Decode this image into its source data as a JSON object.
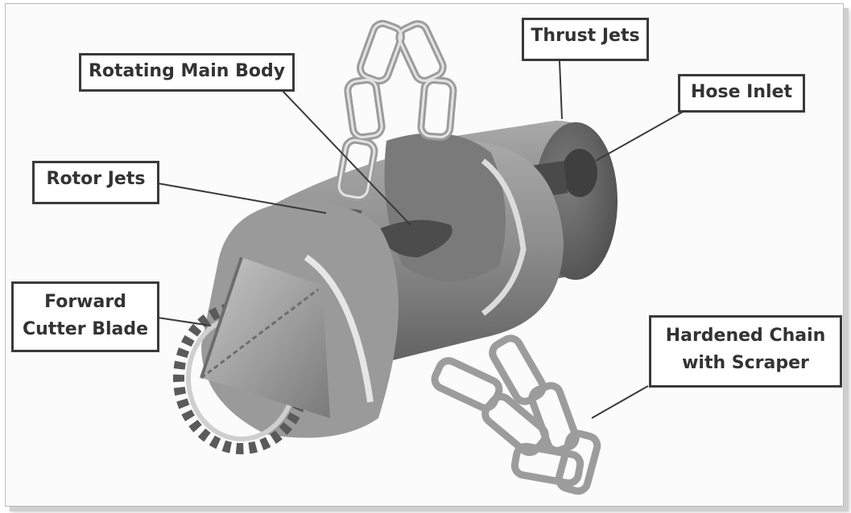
{
  "labels": {
    "rotating_main_body": "Rotating Main Body",
    "thrust_jets": "Thrust Jets",
    "hose_inlet": "Hose Inlet",
    "rotor_jets": "Rotor Jets",
    "forward_cutter_blade_line1": "Forward",
    "forward_cutter_blade_line2": "Cutter Blade",
    "hardened_chain_line1": "Hardened Chain",
    "hardened_chain_line2": "with Scraper"
  },
  "colors": {
    "body": "#8a8a8a",
    "chain": "#b5b5b5",
    "callout_border": "#3a3a3a"
  }
}
